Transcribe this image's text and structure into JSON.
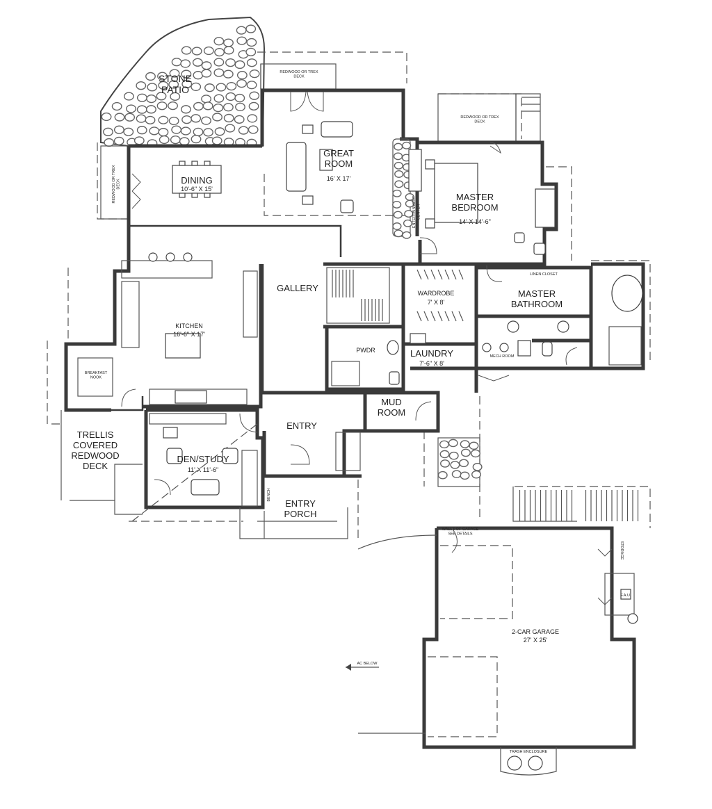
{
  "plan": {
    "rooms": {
      "stone_patio": "STONE\nPATIO",
      "deck_top": "REDWOOD OR TREX\nDECK",
      "great_room": "GREAT\nROOM",
      "great_room_dim": "16' X 17'",
      "master_deck": "REDWOOD OR TREX\nDECK",
      "side_deck": "REDWOOD OR TREX\nDECK",
      "dining": "DINING",
      "dining_dim": "10'-6\" X 15'",
      "master_bedroom": "MASTER\nBEDROOM",
      "master_bedroom_dim": "14' X 14'-6\"",
      "entertainment_center": "ENTERTAINMENT\nCENTER",
      "gallery": "GALLERY",
      "wardrobe": "WARDROBE",
      "wardrobe_dim": "7' X 8'",
      "linen_closet": "LINEN CLOSET",
      "master_bathroom": "MASTER\nBATHROOM",
      "kitchen": "KITCHEN",
      "kitchen_dim": "16'-6\" X 17'",
      "pwdr": "PWDR",
      "laundry": "LAUNDRY",
      "laundry_dim": "7'-6\" X 8'",
      "mech_room": "MECH ROOM",
      "breakfast_nook": "BREAKFAST\nNOOK",
      "mud_room": "MUD\nROOM",
      "entry": "ENTRY",
      "trellis_deck": "TRELLIS\nCOVERED\nREDWOOD\nDECK",
      "den_study": "DEN/STUDY",
      "den_study_dim": "11' X 11'-6\"",
      "entry_porch": "ENTRY\nPORCH",
      "bench": "BENCH",
      "garage_note": "WALLS OF GARAGE\nSEE DETAILS",
      "storage": "STORAGE",
      "fau": "F.A.U.",
      "garage": "2-CAR GARAGE",
      "garage_dim": "27' X 25'",
      "trash": "TRASH ENCLOSURE",
      "ac_below": "AC BELOW"
    }
  }
}
